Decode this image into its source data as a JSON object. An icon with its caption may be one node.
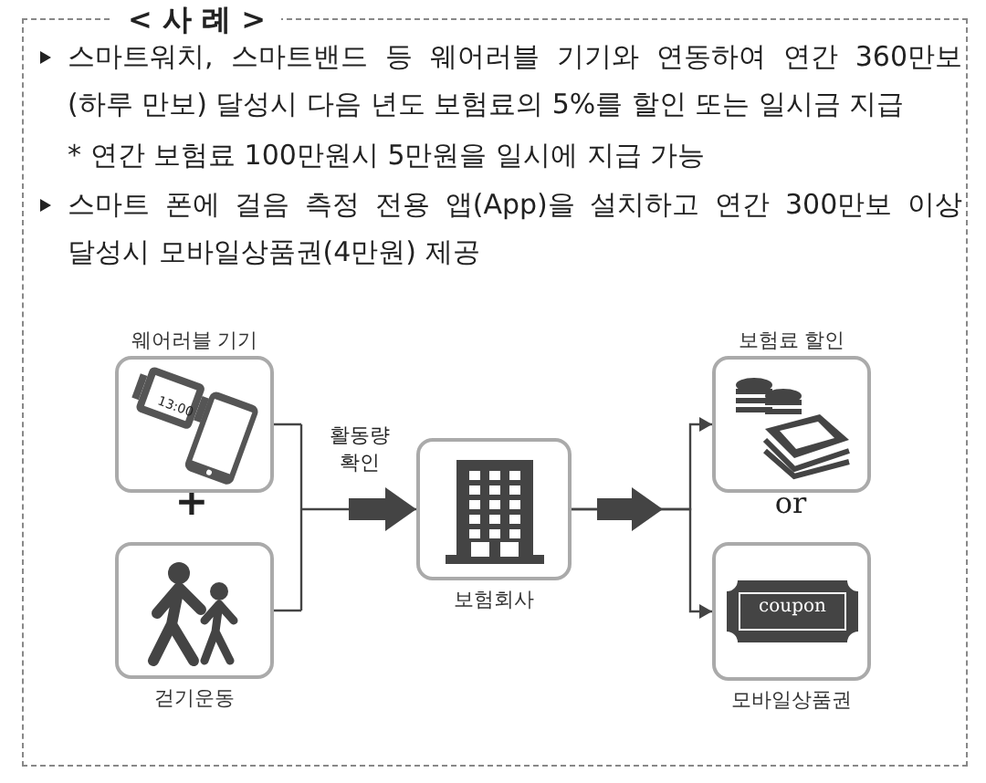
{
  "diagram": {
    "title": "< 사 례 >",
    "nodes": [
      {
        "text": [
          "웨어러블 기기",
          "13:00"
        ]
      },
      {
        "text": [
          "걷기운동"
        ]
      },
      {
        "text": [
          "보험회사"
        ]
      },
      {
        "text": [
          "보험료 할인"
        ]
      },
      {
        "text": [
          "coupon",
          "모바일상품권"
        ]
      }
    ],
    "edges": [
      {
        "from": 0,
        "to": 2,
        "arrow": "to",
        "label": "활동량 확인"
      },
      {
        "from": 1,
        "to": 2,
        "arrow": "to"
      },
      {
        "from": 2,
        "to": 3,
        "arrow": "to"
      },
      {
        "from": 2,
        "to": 4,
        "arrow": "to"
      }
    ],
    "labels": [
      "스마트워치, 스마트밴드 등 웨어러블 기기와 연동하여 연간 360만보 (하루 만보) 달성시 다음 년도 보험료의 5%를 할인 또는 일시금 지급",
      "* 연간 보험료 100만원시 5만원을 일시에 지급 가능",
      "스마트 폰에 걸음 측정 전용 앱(App)을 설치하고 연간 300만보 이상 달성시 모바일상품권(4만원) 제공",
      "+",
      "or"
    ]
  }
}
